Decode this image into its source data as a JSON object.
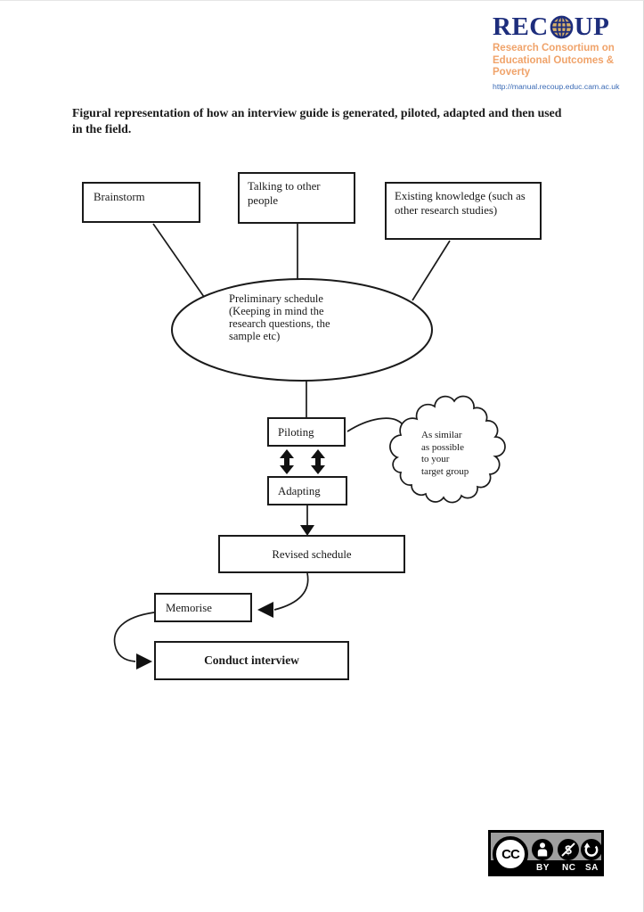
{
  "logo": {
    "brand_prefix": "REC",
    "brand_suffix": "UP",
    "subtitle_lines": [
      "Research Consortium on",
      "Educational Outcomes &",
      "Poverty"
    ],
    "url": "http://manual.recoup.educ.cam.ac.uk",
    "colors": {
      "brand_navy": "#1d2d7c",
      "subtitle_orange": "#f0a36a",
      "url_blue": "#3a6ab5"
    }
  },
  "heading": "Figural representation of how an interview guide is generated, piloted, adapted and then used in the field.",
  "diagram": {
    "boxes": {
      "brainstorm": "Brainstorm",
      "talking": "Talking to other people",
      "existing": "Existing knowledge (such as other research studies)",
      "piloting": "Piloting",
      "adapting": "Adapting",
      "revised": "Revised schedule",
      "memorise": "Memorise",
      "conduct": "Conduct interview"
    },
    "ellipse_lines": [
      "Preliminary schedule",
      "(Keeping in mind the",
      "research questions, the",
      "sample etc)"
    ],
    "cloud_lines": [
      "As similar",
      "as possible",
      "to your",
      "target group"
    ]
  },
  "license": {
    "cc_logo": "CC",
    "labels": [
      "BY",
      "NC",
      "SA"
    ],
    "icons": [
      "cc-icon",
      "by-person-icon",
      "nc-dollar-icon",
      "sa-arrow-icon"
    ]
  }
}
